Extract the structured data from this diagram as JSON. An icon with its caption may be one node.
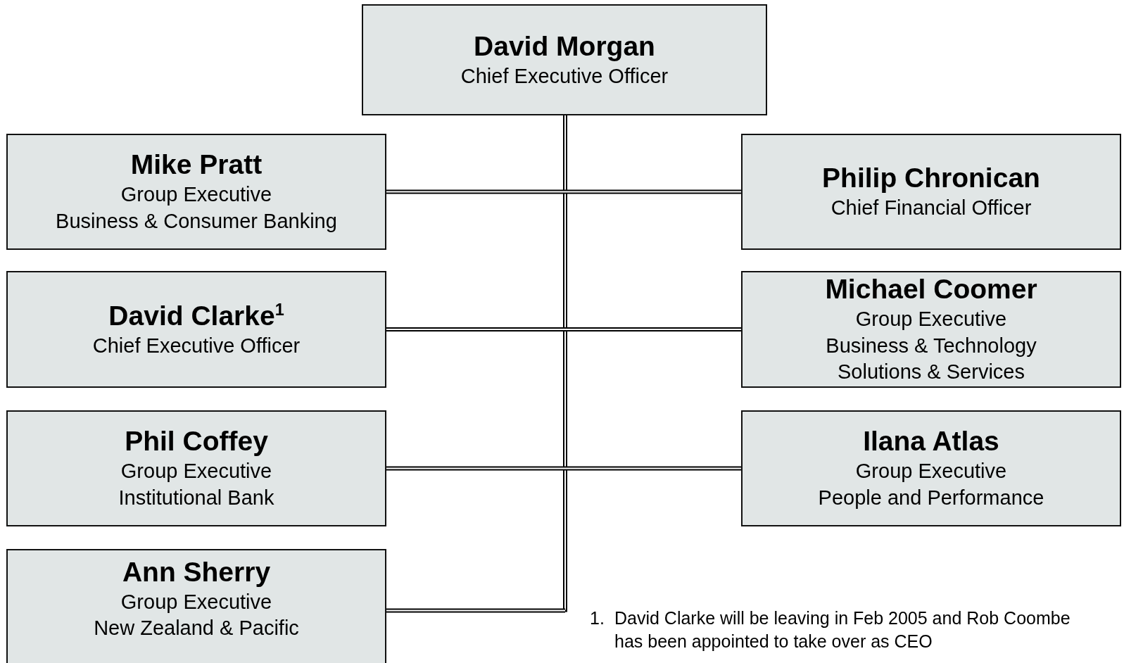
{
  "diagram": {
    "nodes": [
      {
        "text": [
          "David Morgan",
          "Chief Executive Officer"
        ]
      },
      {
        "text": [
          "Mike Pratt",
          "Group Executive",
          "Business & Consumer Banking"
        ]
      },
      {
        "text": [
          "Philip Chronican",
          "Chief Financial Officer"
        ]
      },
      {
        "text": [
          "David Clarke$^{1}$",
          "Chief Executive Officer"
        ]
      },
      {
        "text": [
          "Michael Coomer",
          "Group Executive",
          "Business & Technology Solutions & Services"
        ]
      },
      {
        "text": [
          "Phil Coffey",
          "Group Executive",
          "Institutional Bank"
        ]
      },
      {
        "text": [
          "Ilana Atlas",
          "Group Executive",
          "People and Performance"
        ]
      },
      {
        "text": [
          "Ann Sherry",
          "Group Executive",
          "New Zealand & Pacific"
        ]
      }
    ],
    "edges": [
      {
        "from": 0,
        "to": 1,
        "arrow": "none"
      },
      {
        "from": 0,
        "to": 2,
        "arrow": "none"
      },
      {
        "from": 0,
        "to": 3,
        "arrow": "none"
      },
      {
        "from": 0,
        "to": 4,
        "arrow": "none"
      },
      {
        "from": 0,
        "to": 5,
        "arrow": "none"
      },
      {
        "from": 0,
        "to": 6,
        "arrow": "none"
      },
      {
        "from": 0,
        "to": 7,
        "arrow": "none"
      }
    ],
    "labels": [
      "1.",
      "David Clarke will be leaving in Feb 2005 and Rob Coombe has been appointed to take over as CEO"
    ]
  }
}
